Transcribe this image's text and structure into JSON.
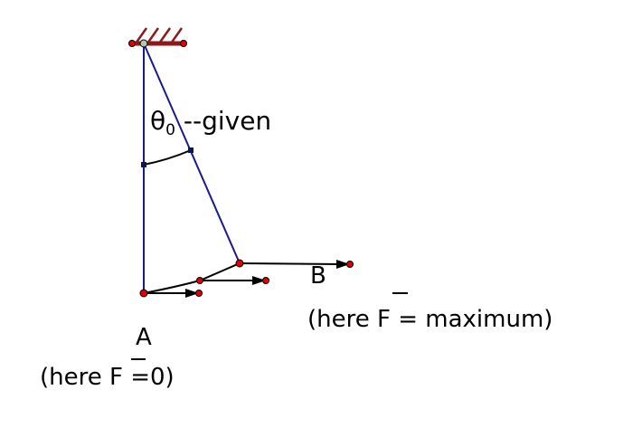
{
  "colors": {
    "pendulum_line": "#1a1a8c",
    "vector": "#000000",
    "point_fill": "#e00000",
    "support": "#8b1a1a",
    "pivot_fill": "#b0c8b0"
  },
  "labels": {
    "theta_symbol": "θ",
    "theta_subscript": "0",
    "theta_note": " --given",
    "point_a": "A",
    "point_a_note_prefix": "(here ",
    "point_a_force": "F",
    "point_a_note_suffix": " =0)",
    "point_b": "B",
    "point_b_note_prefix": "(here ",
    "point_b_force": "F",
    "point_b_note_suffix": " = maximum)"
  }
}
